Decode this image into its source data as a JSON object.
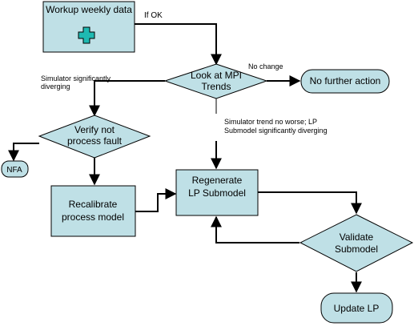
{
  "colors": {
    "node_fill": "#bfe0e6",
    "node_stroke": "#000000",
    "icon_fill": "#1fb9b1",
    "edge": "#000000"
  },
  "nodes": {
    "workup": {
      "label": "Workup weekly data",
      "icon": "plus-icon"
    },
    "look_mpi": {
      "line1": "Look at MPI",
      "line2": "Trends"
    },
    "no_further": {
      "label": "No further action"
    },
    "verify": {
      "line1": "Verify not",
      "line2": "process fault"
    },
    "nfa": {
      "label": "NFA"
    },
    "recalibrate": {
      "line1": "Recalibrate",
      "line2": "process model"
    },
    "regenerate": {
      "line1": "Regenerate",
      "line2": "LP Submodel"
    },
    "validate": {
      "line1": "Validate",
      "line2": "Submodel"
    },
    "update": {
      "label": "Update LP"
    }
  },
  "edge_labels": {
    "if_ok": "If OK",
    "no_change": "No change",
    "sim_diverging_1": "Simulator significantly",
    "sim_diverging_2": "diverging",
    "trend_no_worse_1": "Simulator trend no worse; LP",
    "trend_no_worse_2": "Submodel significantly diverging"
  }
}
